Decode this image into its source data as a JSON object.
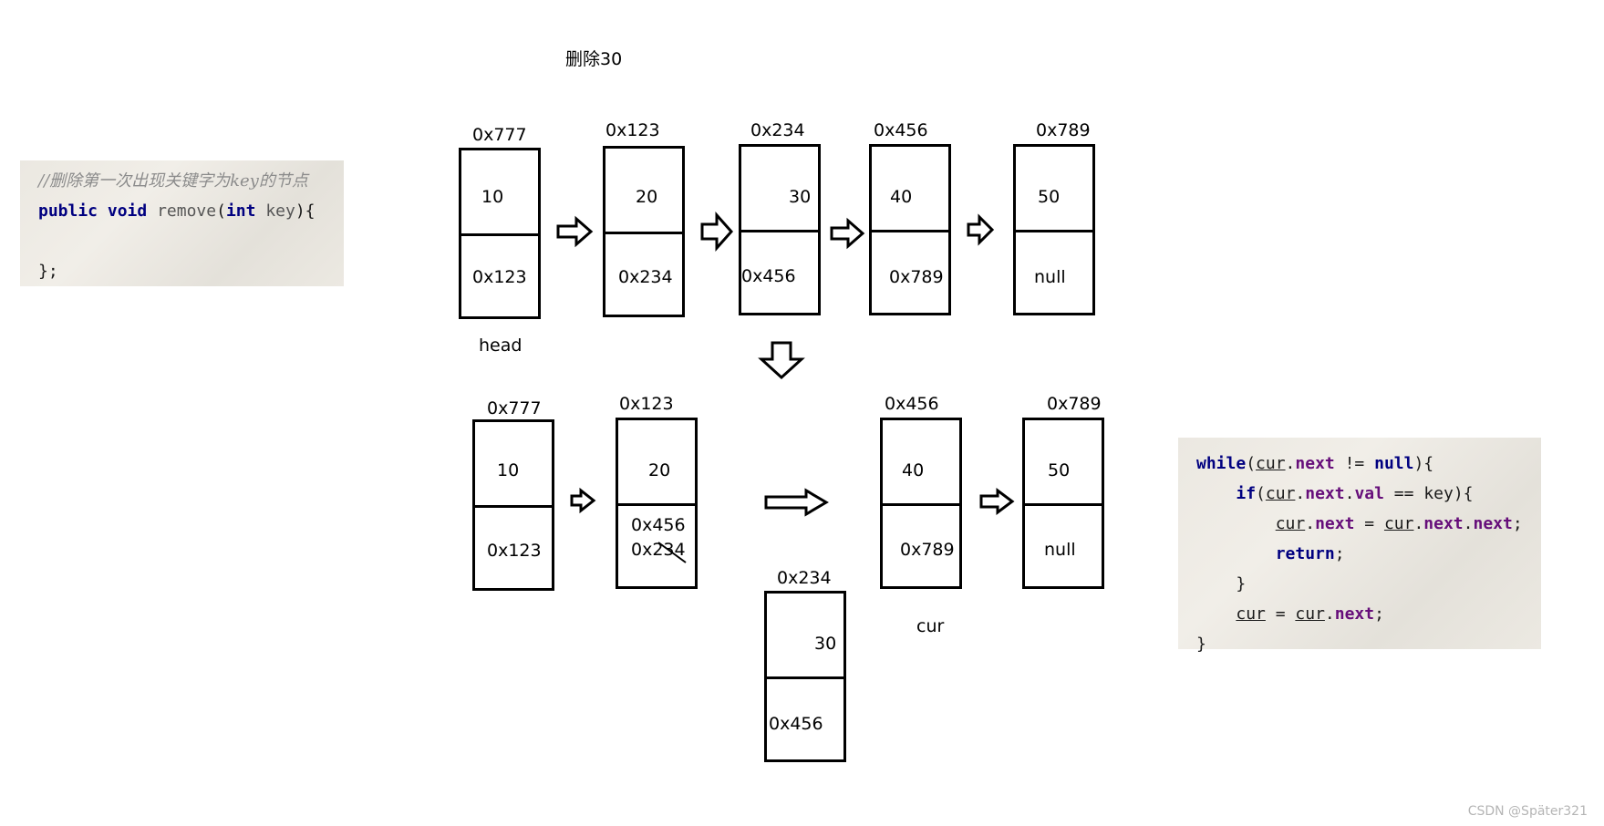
{
  "title": "删除30",
  "code_top": {
    "comment": "//删除第一次出现关键字为key的节点",
    "kw_public": "public",
    "kw_void": "void",
    "method": "remove",
    "kw_int": "int",
    "param": "key",
    "sig_tail": "){",
    "sig_open": "(",
    "closing": "};"
  },
  "code_bottom": {
    "l1_kw": "while",
    "l1_a": "(",
    "l1_cur": "cur",
    "l1_dot": ".",
    "l1_next": "next",
    "l1_rest": " != ",
    "l1_null": "null",
    "l1_end": "){",
    "l2_kw": "if",
    "l2_a": "(",
    "l2_cur": "cur",
    "l2_next": "next",
    "l2_val": "val",
    "l2_rest": " == key){",
    "l3_cur": "cur",
    "l3_next": "next",
    "l3_eq": " = ",
    "l3_cur2": "cur",
    "l3_next2": "next",
    "l3_next3": "next",
    "l3_end": ";",
    "l4_kw": "return",
    "l4_end": ";",
    "l5": "}",
    "l6_cur": "cur",
    "l6_eq": " = ",
    "l6_cur2": "cur",
    "l6_next": "next",
    "l6_end": ";",
    "l7": "}"
  },
  "top_row": [
    {
      "addr": "0x777",
      "val": "10",
      "next": "0x123"
    },
    {
      "addr": "0x123",
      "val": "20",
      "next": "0x234"
    },
    {
      "addr": "0x234",
      "val": "30",
      "next": "0x456"
    },
    {
      "addr": "0x456",
      "val": "40",
      "next": "0x789"
    },
    {
      "addr": "0x789",
      "val": "50",
      "next": "null"
    }
  ],
  "head_label": "head",
  "bottom_row": [
    {
      "addr": "0x777",
      "val": "10",
      "next": "0x123"
    },
    {
      "addr": "0x123",
      "val": "20",
      "next_new": "0x456",
      "next_old": "0x234"
    },
    {
      "addr": "0x456",
      "val": "40",
      "next": "0x789"
    },
    {
      "addr": "0x789",
      "val": "50",
      "next": "null"
    }
  ],
  "removed_node": {
    "addr": "0x234",
    "val": "30",
    "next": "0x456"
  },
  "cur_label": "cur",
  "watermark": "CSDN @Später321"
}
